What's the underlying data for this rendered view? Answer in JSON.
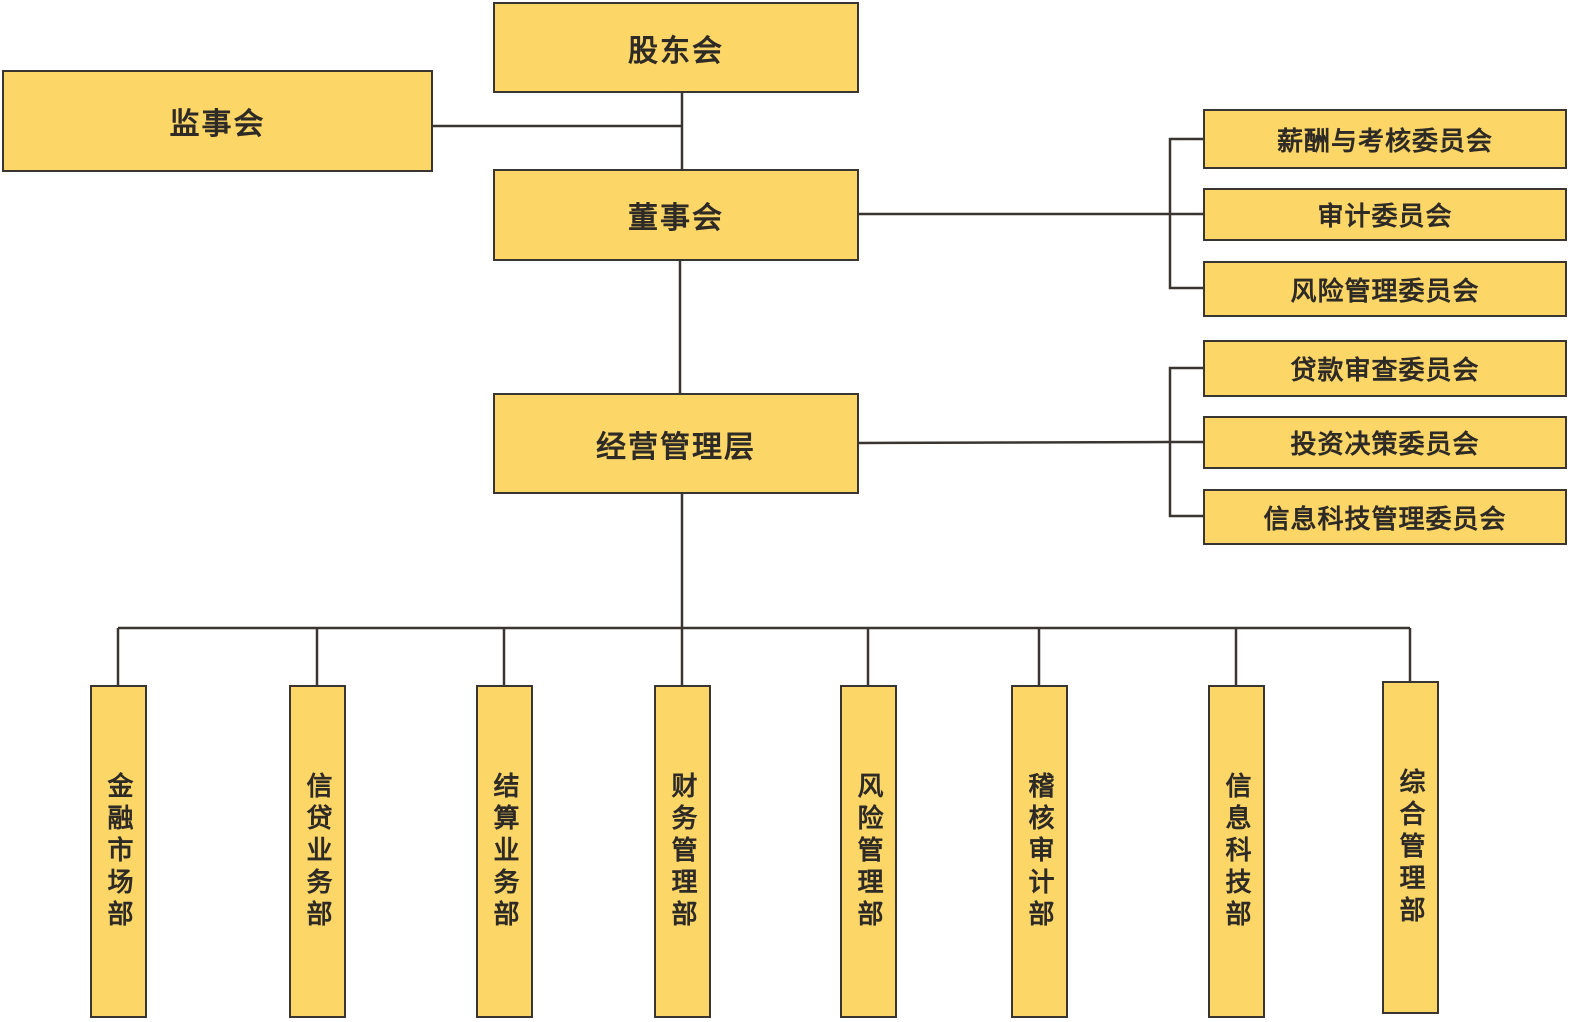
{
  "colors": {
    "box_fill": "#FCD768",
    "line": "#3a3530"
  },
  "top": {
    "shareholders": "股东会",
    "supervisors": "监事会",
    "board": "董事会",
    "management": "经营管理层"
  },
  "board_committees": [
    "薪酬与考核委员会",
    "审计委员会",
    "风险管理委员会"
  ],
  "management_committees": [
    "贷款审查委员会",
    "投资决策委员会",
    "信息科技管理委员会"
  ],
  "departments": [
    "金融市场部",
    "信贷业务部",
    "结算业务部",
    "财务管理部",
    "风险管理部",
    "稽核审计部",
    "信息科技部",
    "综合管理部"
  ]
}
